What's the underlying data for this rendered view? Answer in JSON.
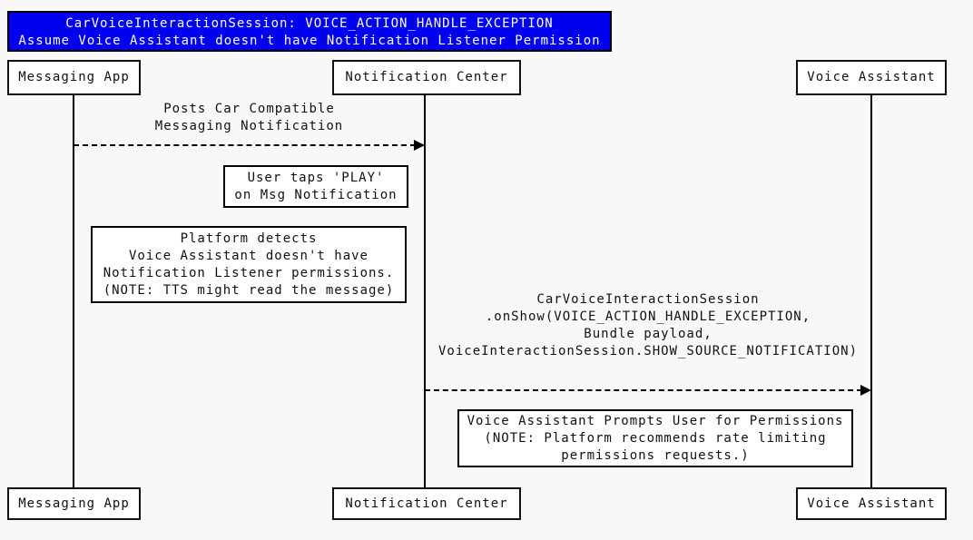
{
  "title": {
    "line1": "CarVoiceInteractionSession: VOICE_ACTION_HANDLE_EXCEPTION",
    "line2": "Assume Voice Assistant doesn't have Notification Listener Permission"
  },
  "participants": [
    {
      "label": "Messaging App"
    },
    {
      "label": "Notification Center"
    },
    {
      "label": "Voice Assistant"
    }
  ],
  "messages": [
    {
      "from": "Messaging App",
      "to": "Notification Center",
      "line_style": "dashed",
      "label_lines": [
        "Posts Car Compatible",
        "Messaging Notification"
      ]
    },
    {
      "from": "Notification Center",
      "to": "Voice Assistant",
      "line_style": "dashed",
      "label_lines": [
        "CarVoiceInteractionSession",
        ".onShow(VOICE_ACTION_HANDLE_EXCEPTION,",
        "Bundle payload,",
        "VoiceInteractionSession.SHOW_SOURCE_NOTIFICATION)"
      ]
    }
  ],
  "notes": [
    {
      "lines": [
        "User taps 'PLAY'",
        "on Msg Notification"
      ]
    },
    {
      "lines": [
        "Platform detects",
        "Voice Assistant doesn't have",
        "Notification Listener permissions.",
        "(NOTE: TTS might read the message)"
      ]
    },
    {
      "lines": [
        "Voice Assistant Prompts User for Permissions",
        "(NOTE: Platform recommends rate limiting",
        "permissions requests.)"
      ]
    }
  ],
  "colors": {
    "title_bg": "#0000ee",
    "title_text": "#ffffff",
    "canvas_bg": "#f8f8f8",
    "box_bg": "#ffffff",
    "stroke": "#000000"
  }
}
